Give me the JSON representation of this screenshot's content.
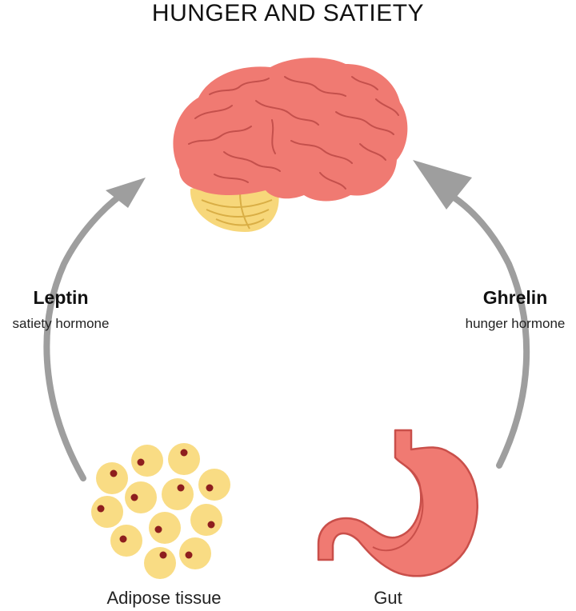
{
  "title": "HUNGER AND SATIETY",
  "hormones": {
    "left": {
      "name": "Leptin",
      "description": "satiety hormone"
    },
    "right": {
      "name": "Ghrelin",
      "description": "hunger hormone"
    }
  },
  "organs": {
    "adipose": "Adipose tissue",
    "gut": "Gut"
  },
  "colors": {
    "brain": "#F07A72",
    "brain_fold": "#C4504C",
    "cerebellum": "#F7D77A",
    "cerebellum_line": "#D9AE45",
    "stomach": "#F07A72",
    "stomach_outline": "#C94F4A",
    "fat_cell": "#F9DC84",
    "fat_cell_shadow": "#F1C65F",
    "fat_nucleus": "#8E1E1E",
    "arrow": "#9E9E9E"
  }
}
